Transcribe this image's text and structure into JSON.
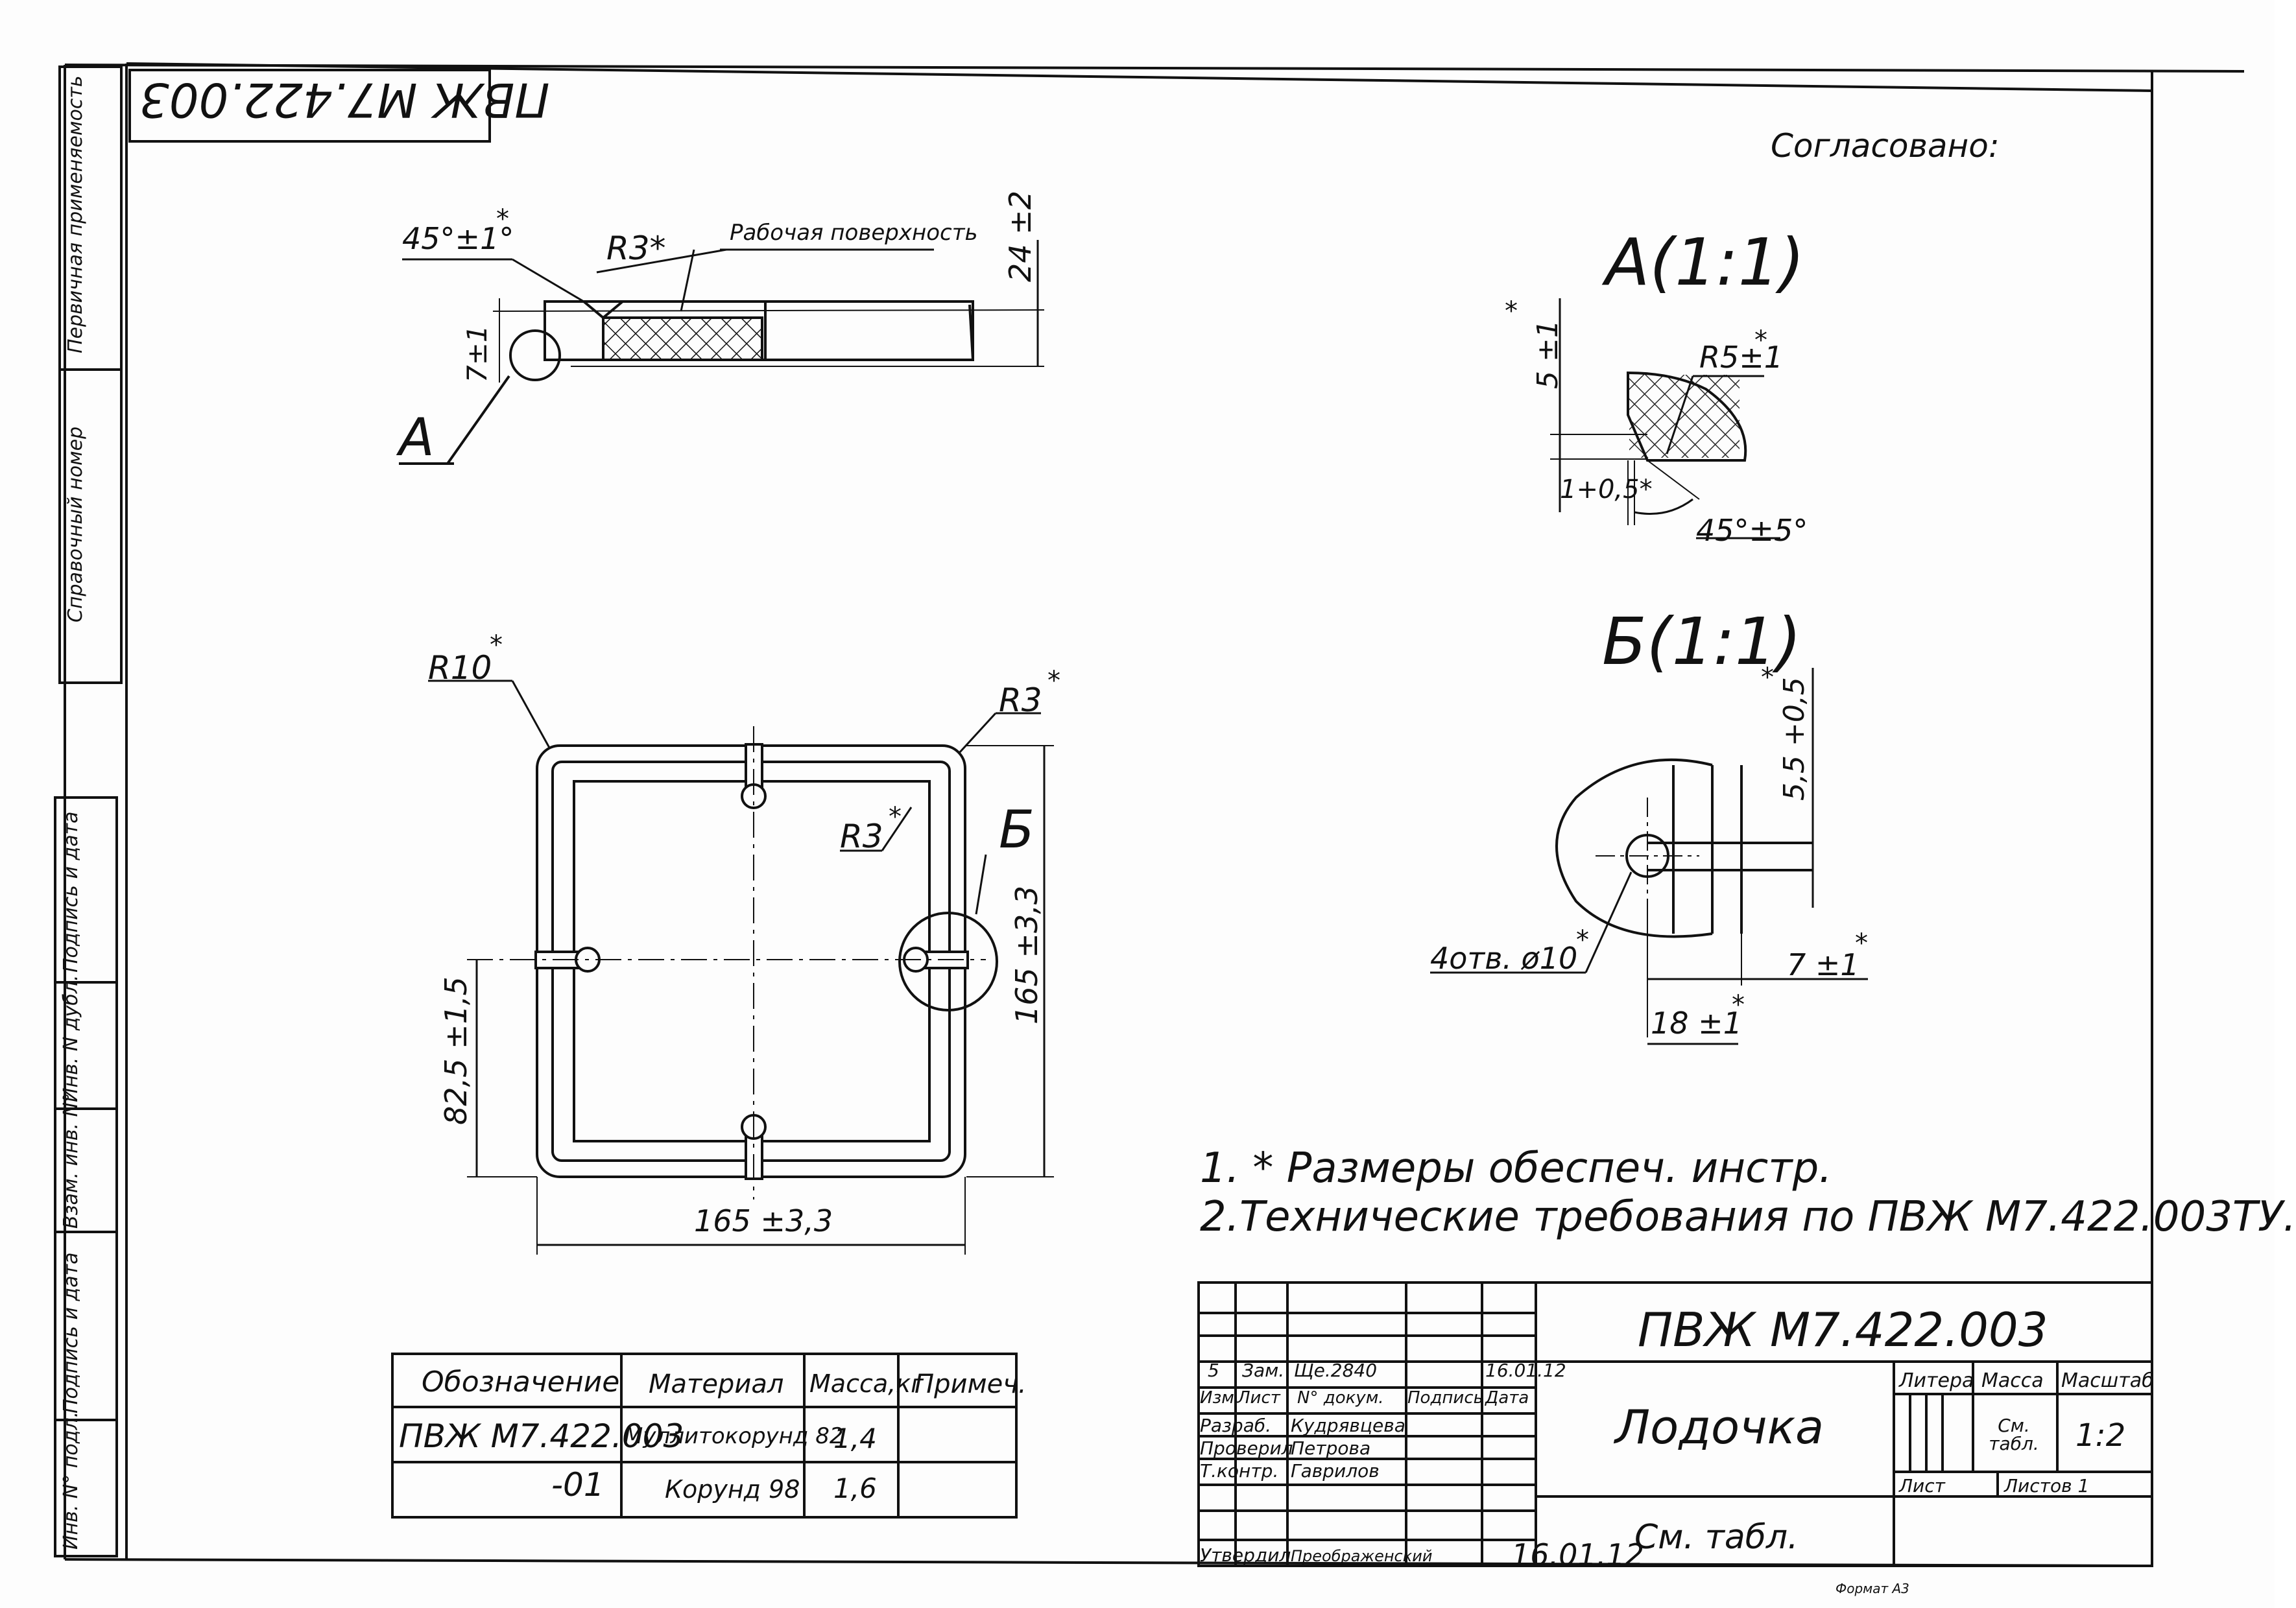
{
  "sheet": {
    "designation": "ПВЖ М7.422.003",
    "designation_top_mirrored": "ПВЖ М7.422.003",
    "agreed": "Согласовано:",
    "format": "Формат А3"
  },
  "side_strip": {
    "primary_use": "Первичная применяемость",
    "reference_number": "Справочный номер",
    "sign_date_1": "Подпись и дата",
    "inv_dup": "Инв. N дубл.",
    "swap_inv": "Взам. инв. N°",
    "sign_date_2": "Подпись и дата",
    "inv_orig": "Инв. N° подл."
  },
  "section_view": {
    "angle": "45°±1°",
    "angle_star": "*",
    "radius": "R3*",
    "working_surface": "Рабочая поверхность",
    "height": "24 ±2",
    "inner_height": "7±1",
    "detail_label": "А"
  },
  "detail_a": {
    "title": "А(1:1)",
    "dim_vert": "5 ±1",
    "dim_vert_star": "*",
    "radius": "R5±1",
    "radius_star": "*",
    "chamfer": "1+0,5*",
    "angle": "45°±5°"
  },
  "detail_b": {
    "title": "Б(1:1)",
    "dim_vert": "5,5 +0,5",
    "dim_vert_star": "*",
    "holes": "4отв. ø10",
    "holes_star": "*",
    "dim_slot": "7 ±1",
    "dim_slot_star": "*",
    "dim_18": "18 ±1",
    "dim_18_star": "*"
  },
  "plan_view": {
    "r10": "R10",
    "r10_star": "*",
    "r3_outer": "R3",
    "r3_outer_star": "*",
    "r3_inner": "R3",
    "r3_inner_star": "*",
    "detail_label": "Б",
    "height_dim": "165 ±3,3",
    "half_dim": "82,5 ±1,5",
    "width_dim": "165 ±3,3"
  },
  "notes": [
    "1. * Размеры обеспеч. инстр.",
    "2.Технические требования по ПВЖ М7.422.003ТУ."
  ],
  "variants_table": {
    "headers": [
      "Обозначение",
      "Материал",
      "Масса,кг",
      "Примеч."
    ],
    "rows": [
      [
        "ПВЖ М7.422.003",
        "Муллитокорунд 82",
        "1,4",
        ""
      ],
      [
        "-01",
        "Корунд 98",
        "1,6",
        ""
      ]
    ]
  },
  "title_block": {
    "designation": "ПВЖ М7.422.003",
    "name": "Лодочка",
    "material": "См. табл.",
    "change_row": [
      "5",
      "Зам.",
      "Ще.2840",
      "",
      "16.01.12"
    ],
    "header_row": [
      "Изм.",
      "Лист",
      "N° докум.",
      "Подпись",
      "Дата"
    ],
    "roles": [
      {
        "role": "Разраб.",
        "name": "Кудрявцева"
      },
      {
        "role": "Проверил",
        "name": "Петрова"
      },
      {
        "role": "Т.контр.",
        "name": "Гаврилов"
      },
      {
        "role": "",
        "name": ""
      },
      {
        "role": "Утвердил",
        "name": "Преображенский"
      }
    ],
    "approve_date": "16.01.12",
    "litera": "Литера",
    "mass": "Масса",
    "scale": "Масштаб",
    "mass_value": "См. табл.",
    "scale_value": "1:2",
    "sheet": "Лист",
    "sheets": "Листов 1"
  },
  "colors": {
    "ink": "#111111",
    "paper": "#fdfdfd"
  }
}
